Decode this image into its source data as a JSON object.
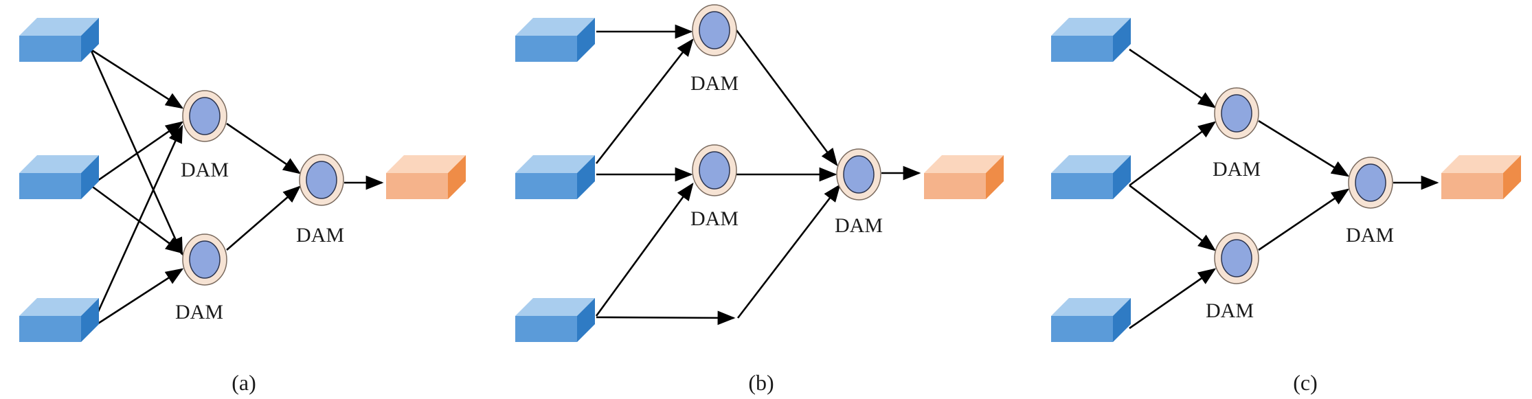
{
  "node_label": "DAM",
  "colors": {
    "input_top": "#a9cdee",
    "input_front": "#5b9bd9",
    "input_side": "#2f7bc4",
    "output_top": "#fbd6bd",
    "output_front": "#f5b38b",
    "output_side": "#ef8c47",
    "dam_ring": "#f6e3d4",
    "dam_core": "#8fa7df",
    "edge": "#000000"
  },
  "panels": [
    {
      "id": "a",
      "caption": "(a)"
    },
    {
      "id": "b",
      "caption": "(b)"
    },
    {
      "id": "c",
      "caption": "(c)"
    }
  ]
}
